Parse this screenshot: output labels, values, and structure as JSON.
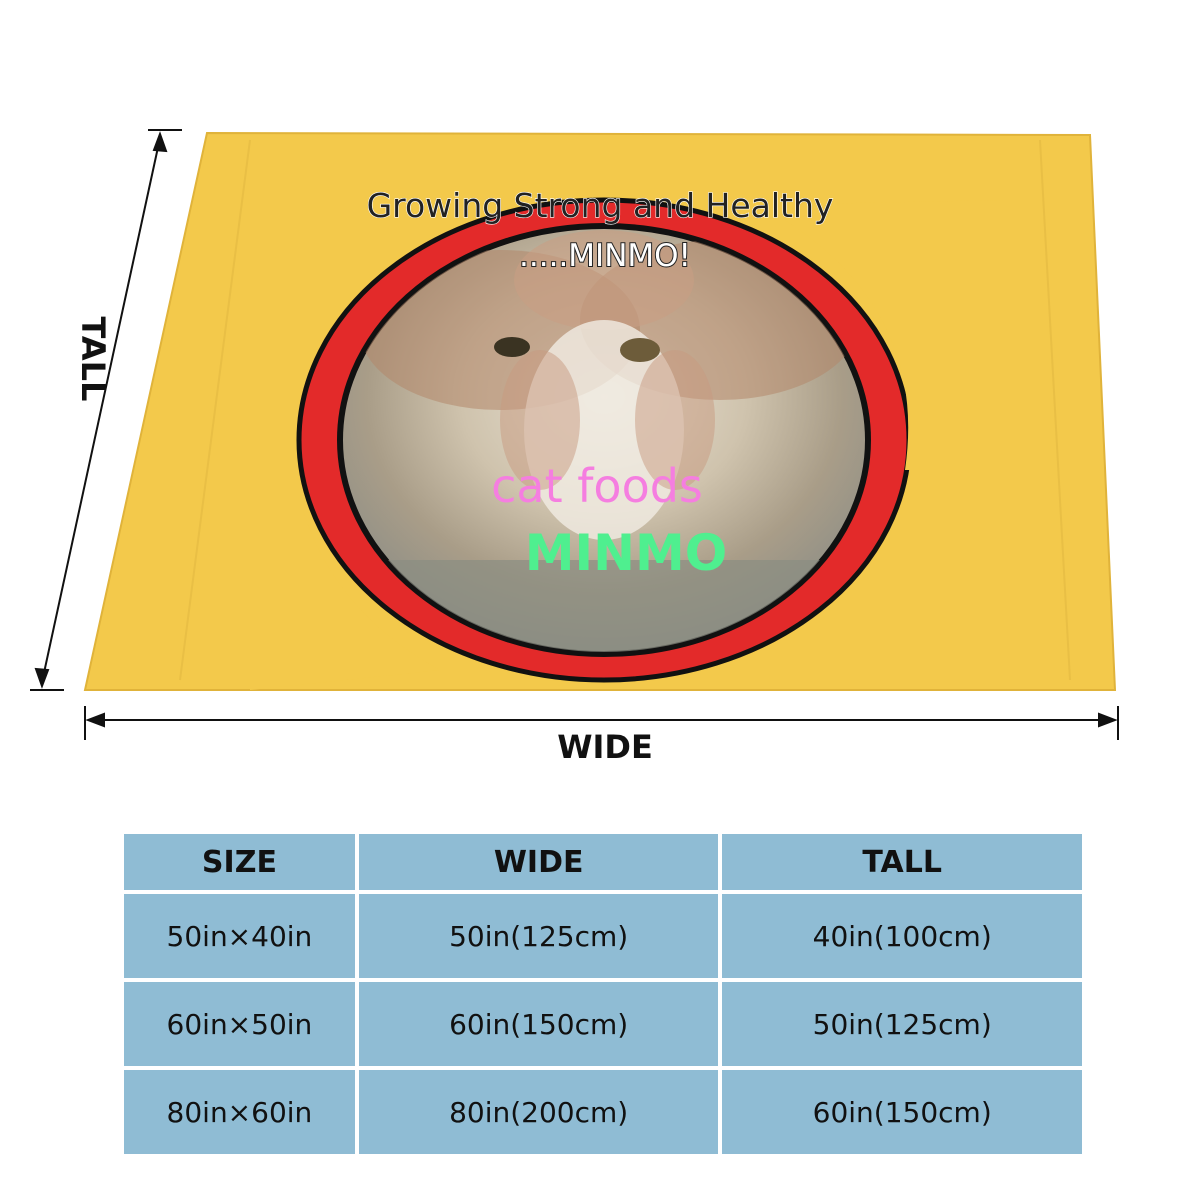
{
  "blanket": {
    "headline": "Growing Strong and Healthy",
    "subheadline": ".....MINMO!",
    "caption_top": "cat foods",
    "caption_bottom": "MINMO",
    "colors": {
      "fabric": "#f3c94b",
      "ring": "#e32a2a",
      "ring_outline": "#111111",
      "caption_top": "#f57ee0",
      "caption_bottom": "#4fef8f"
    }
  },
  "dimension_labels": {
    "tall": "TALL",
    "wide": "WIDE"
  },
  "size_table": {
    "headers": [
      "SIZE",
      "WIDE",
      "TALL"
    ],
    "rows": [
      [
        "50in×40in",
        "50in(125cm)",
        "40in(100cm)"
      ],
      [
        "60in×50in",
        "60in(150cm)",
        "50in(125cm)"
      ],
      [
        "80in×60in",
        "80in(200cm)",
        "60in(150cm)"
      ]
    ]
  }
}
